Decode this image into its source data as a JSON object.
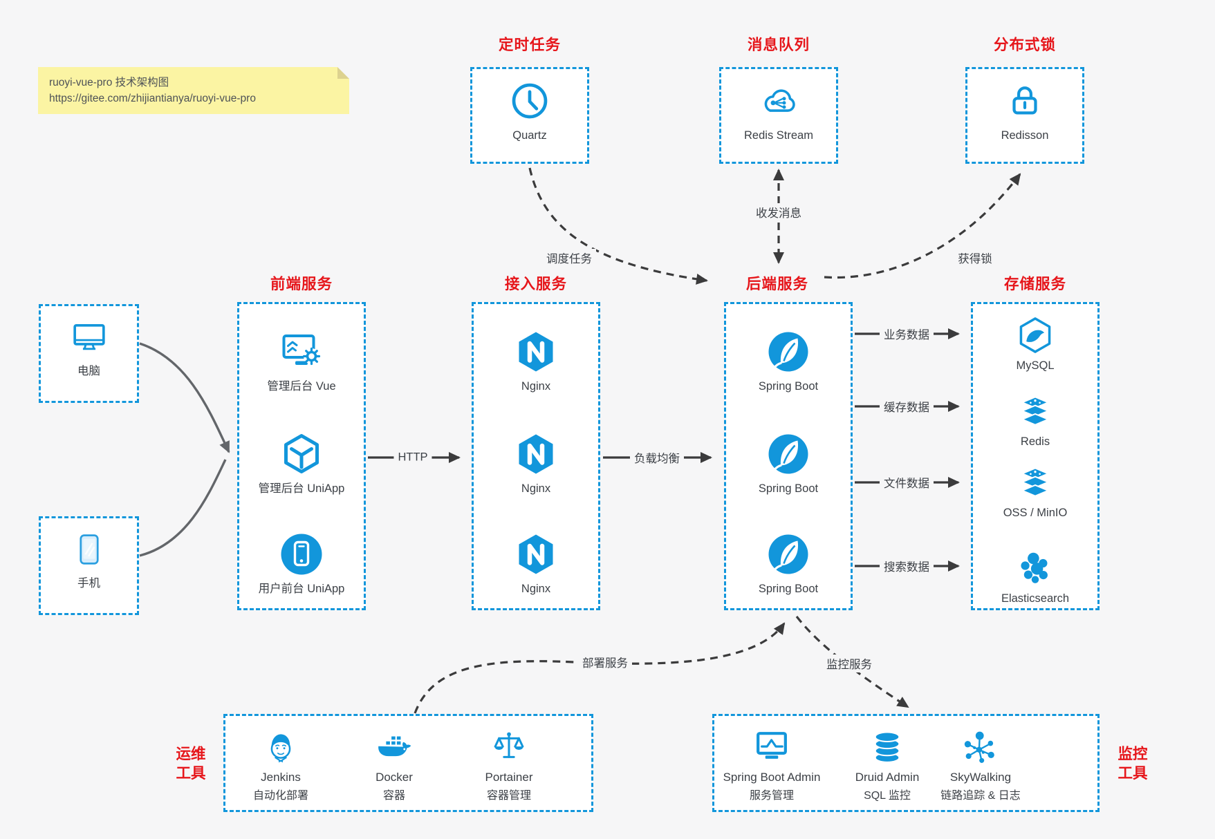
{
  "note": {
    "line1": "ruoyi-vue-pro 技术架构图",
    "line2": "https://gitee.com/zhijiantianya/ruoyi-vue-pro"
  },
  "top_groups": [
    {
      "title": "定时任务",
      "item": {
        "label": "Quartz",
        "icon": "clock-icon"
      }
    },
    {
      "title": "消息队列",
      "item": {
        "label": "Redis Stream",
        "icon": "cloud-stream-icon"
      }
    },
    {
      "title": "分布式锁",
      "item": {
        "label": "Redisson",
        "icon": "lock-icon"
      }
    }
  ],
  "clients": [
    {
      "label": "电脑",
      "icon": "desktop-icon"
    },
    {
      "label": "手机",
      "icon": "smartphone-icon"
    }
  ],
  "columns": [
    {
      "title": "前端服务",
      "items": [
        {
          "label": "管理后台 Vue",
          "icon": "admin-vue-icon"
        },
        {
          "label": "管理后台 UniApp",
          "icon": "uniapp-cube-icon"
        },
        {
          "label": "用户前台 UniApp",
          "icon": "mobile-app-icon"
        }
      ]
    },
    {
      "title": "接入服务",
      "items": [
        {
          "label": "Nginx",
          "icon": "nginx-icon"
        },
        {
          "label": "Nginx",
          "icon": "nginx-icon"
        },
        {
          "label": "Nginx",
          "icon": "nginx-icon"
        }
      ]
    },
    {
      "title": "后端服务",
      "items": [
        {
          "label": "Spring Boot",
          "icon": "spring-boot-icon"
        },
        {
          "label": "Spring Boot",
          "icon": "spring-boot-icon"
        },
        {
          "label": "Spring Boot",
          "icon": "spring-boot-icon"
        }
      ]
    },
    {
      "title": "存储服务",
      "items": [
        {
          "label": "MySQL",
          "icon": "mysql-icon"
        },
        {
          "label": "Redis",
          "icon": "redis-layers-icon"
        },
        {
          "label": "OSS / MinIO",
          "icon": "storage-layers-icon"
        },
        {
          "label": "Elasticsearch",
          "icon": "elasticsearch-icon"
        }
      ]
    }
  ],
  "bottom_groups": [
    {
      "label_line1": "运维",
      "label_line2": "工具",
      "items": [
        {
          "name": "Jenkins",
          "desc": "自动化部署",
          "icon": "jenkins-icon"
        },
        {
          "name": "Docker",
          "desc": "容器",
          "icon": "docker-icon"
        },
        {
          "name": "Portainer",
          "desc": "容器管理",
          "icon": "portainer-icon"
        }
      ]
    },
    {
      "label_line1": "监控",
      "label_line2": "工具",
      "items": [
        {
          "name": "Spring Boot Admin",
          "desc": "服务管理",
          "icon": "spring-boot-admin-icon"
        },
        {
          "name": "Druid Admin",
          "desc": "SQL 监控",
          "icon": "druid-icon"
        },
        {
          "name": "SkyWalking",
          "desc": "链路追踪 & 日志",
          "icon": "skywalking-icon"
        }
      ]
    }
  ],
  "edges": {
    "schedule": "调度任务",
    "mq": "收发消息",
    "lock": "获得锁",
    "http": "HTTP",
    "load_balance": "负载均衡",
    "business": "业务数据",
    "cache": "缓存数据",
    "file": "文件数据",
    "search": "搜索数据",
    "deploy": "部署服务",
    "monitor": "监控服务"
  },
  "colors": {
    "accent_blue": "#1296db",
    "accent_red": "#e6161b",
    "canvas_bg": "#f6f6f7",
    "box_bg": "#ffffff",
    "note_bg": "#fbf4a3",
    "line_dark": "#3b3b3c",
    "line_gray": "#63666a"
  }
}
